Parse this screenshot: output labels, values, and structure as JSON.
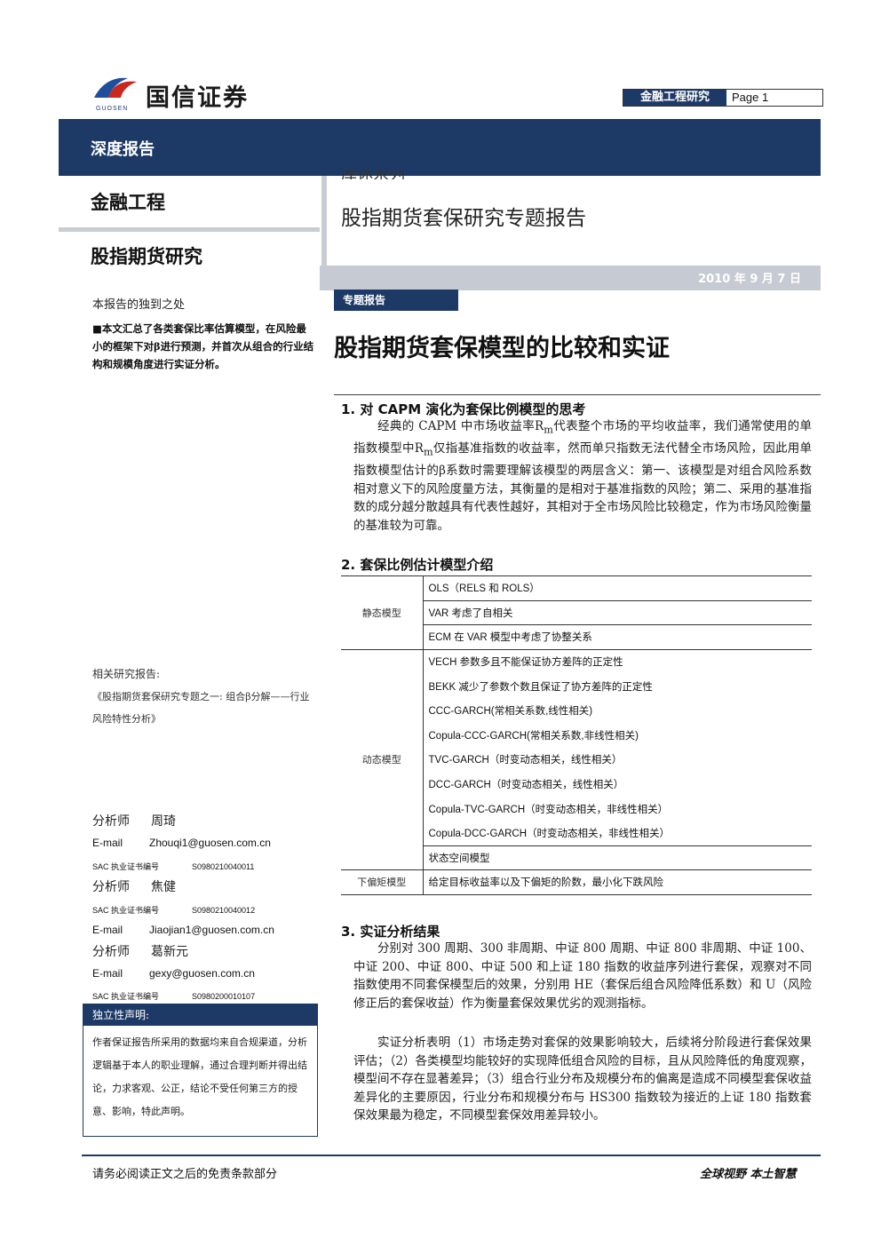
{
  "header": {
    "logo_text": "国信证券",
    "logo_sub": "GUOSEN",
    "section_label": "金融工程研究",
    "page": "Page 1"
  },
  "band": {
    "title": "深度报告"
  },
  "left_head": {
    "category": "金融工程",
    "subcategory": "股指期货研究"
  },
  "right_head": {
    "cut_title": "库休系列",
    "title": "股指期货套保研究专题报告"
  },
  "date": "2010 年 9 月 7 日",
  "unique": {
    "title": "本报告的独到之处",
    "text": "■本文汇总了各类套保比率估算模型，在风险最小的框架下对β进行预测，并首次从组合的行业结构和规模角度进行实证分析。"
  },
  "related": {
    "title": "相关研究报告:",
    "text": "《股指期货套保研究专题之一: 组合β分解——行业风险特性分析》"
  },
  "analysts": [
    {
      "role": "分析师",
      "name": "周琦",
      "email_label": "E-mail",
      "email": "Zhouqi1@guosen.com.cn",
      "sac_label": "SAC 执业证书编号",
      "sac": "S0980210040011"
    },
    {
      "role": "分析师",
      "name": "焦健",
      "email_label": "E-mail",
      "email": "Jiaojian1@guosen.com.cn",
      "sac_label": "SAC 执业证书编号",
      "sac": "S0980210040012"
    },
    {
      "role": "分析师",
      "name": "葛新元",
      "email_label": "E-mail",
      "email": "gexy@guosen.com.cn",
      "sac_label": "SAC 执业证书编号",
      "sac": "S0980200010107"
    }
  ],
  "independence": {
    "title": "独立性声明:",
    "text": "作者保证报告所采用的数据均来自合规渠道，分析逻辑基于本人的职业理解，通过合理判断并得出结论，力求客观、公正，结论不受任何第三方的授意、影响，特此声明。"
  },
  "tag": "专题报告",
  "main_title": "股指期货套保模型的比较和实证",
  "sections": {
    "s1": {
      "title": "1. 对 CAPM 演化为套保比例模型的思考",
      "body_a": "经典的 CAPM 中市场收益率R",
      "body_sub": "m",
      "body_b": "代表整个市场的平均收益率，我们通常使用的单指数模型中R",
      "body_sub2": "m",
      "body_c": "仅指基准指数的收益率，然而单只指数无法代替全市场风险，因此用单指数模型估计的β系数时需要理解该模型的两层含义：第一、该模型是对组合风险系数相对意义下的风险度量方法，其衡量的是相对于基准指数的风险；第二、采用的基准指数的成分越分散越具有代表性越好，其相对于全市场风险比较稳定，作为市场风险衡量的基准较为可靠。"
    },
    "s2": {
      "title": "2. 套保比例估计模型介绍"
    },
    "s3": {
      "title": "3. 实证分析结果",
      "p1": "分别对 300 周期、300 非周期、中证 800 周期、中证 800 非周期、中证 100、中证 200、中证 800、中证 500 和上证 180 指数的收益序列进行套保，观察对不同指数使用不同套保模型后的效果，分别用 HE（套保后组合风险降低系数）和 U（风险修正后的套保收益）作为衡量套保效果优劣的观测指标。",
      "p2": "实证分析表明（1）市场走势对套保的效果影响较大，后续将分阶段进行套保效果评估；（2）各类模型均能较好的实现降低组合风险的目标，且从风险降低的角度观察，模型间不存在显著差异；（3）组合行业分布及规模分布的偏离是造成不同模型套保收益差异化的主要原因，行业分布和规模分布与 HS300 指数较为接近的上证 180 指数套保效果最为稳定，不同模型套保效用差异较小。"
    }
  },
  "models": {
    "static": {
      "label": "静态模型",
      "items": [
        "OLS（RELS 和 ROLS）",
        "VAR 考虑了自相关",
        "ECM 在 VAR 模型中考虑了协整关系"
      ]
    },
    "dynamic": {
      "label": "动态模型",
      "items": [
        "VECH 参数多且不能保证协方差阵的正定性",
        "BEKK 减少了参数个数且保证了协方差阵的正定性",
        "CCC-GARCH(常相关系数,线性相关)",
        "Copula-CCC-GARCH(常相关系数,非线性相关)",
        "TVC-GARCH（时变动态相关，线性相关）",
        "DCC-GARCH（时变动态相关，线性相关）",
        "Copula-TVC-GARCH（时变动态相关，非线性相关）",
        "Copula-DCC-GARCH（时变动态相关，非线性相关）",
        "状态空间模型"
      ]
    },
    "lpm": {
      "label": "下偏矩模型",
      "item": "给定目标收益率以及下偏矩的阶数，最小化下跌风险"
    }
  },
  "footer": {
    "left": "请务必阅读正文之后的免责条款部分",
    "right": "全球视野  本土智慧"
  },
  "colors": {
    "brand_navy": "#1d3a66",
    "band_gray": "#c6cad2",
    "logo_red": "#c8281e",
    "logo_blue": "#1f4e9c"
  }
}
